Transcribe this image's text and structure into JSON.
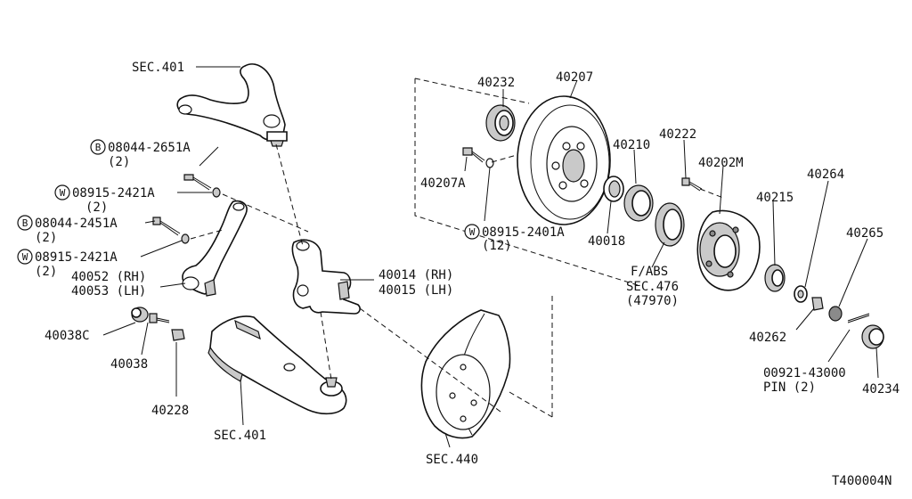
{
  "diagram_id": "T400004N",
  "labels": {
    "sec_401_top": "SEC.401",
    "bolt_08044_2651a": "08044-2651A",
    "qty_2a": "(2)",
    "washer_08915_2421a_1": "08915-2421A",
    "qty_2b": "(2)",
    "bolt_08044_2451a": "08044-2451A",
    "qty_2c": "(2)",
    "washer_08915_2421a_2": "08915-2421A",
    "qty_2d": "(2)",
    "part_40052": "40052 (RH)",
    "part_40053": "40053 (LH)",
    "part_40038c": "40038C",
    "part_40038": "40038",
    "part_40228": "40228",
    "sec_401_bottom": "SEC.401",
    "part_40014": "40014 (RH)",
    "part_40015": "40015 (LH)",
    "sec_440": "SEC.440",
    "part_40232": "40232",
    "part_40207": "40207",
    "part_40207a": "40207A",
    "washer_08915_2401a": "08915-2401A",
    "qty_12": "(12)",
    "part_40210": "40210",
    "part_40018": "40018",
    "part_40222": "40222",
    "part_40202m": "40202M",
    "fabs": "F/ABS",
    "sec_476": "SEC.476",
    "code_47970": "(47970)",
    "part_40215": "40215",
    "part_40264": "40264",
    "part_40265": "40265",
    "part_40262": "40262",
    "pin_00921": "00921-43000",
    "pin_qty": "PIN (2)",
    "part_40234": "40234"
  },
  "symbols": {
    "bolt": "B",
    "washer": "W"
  }
}
